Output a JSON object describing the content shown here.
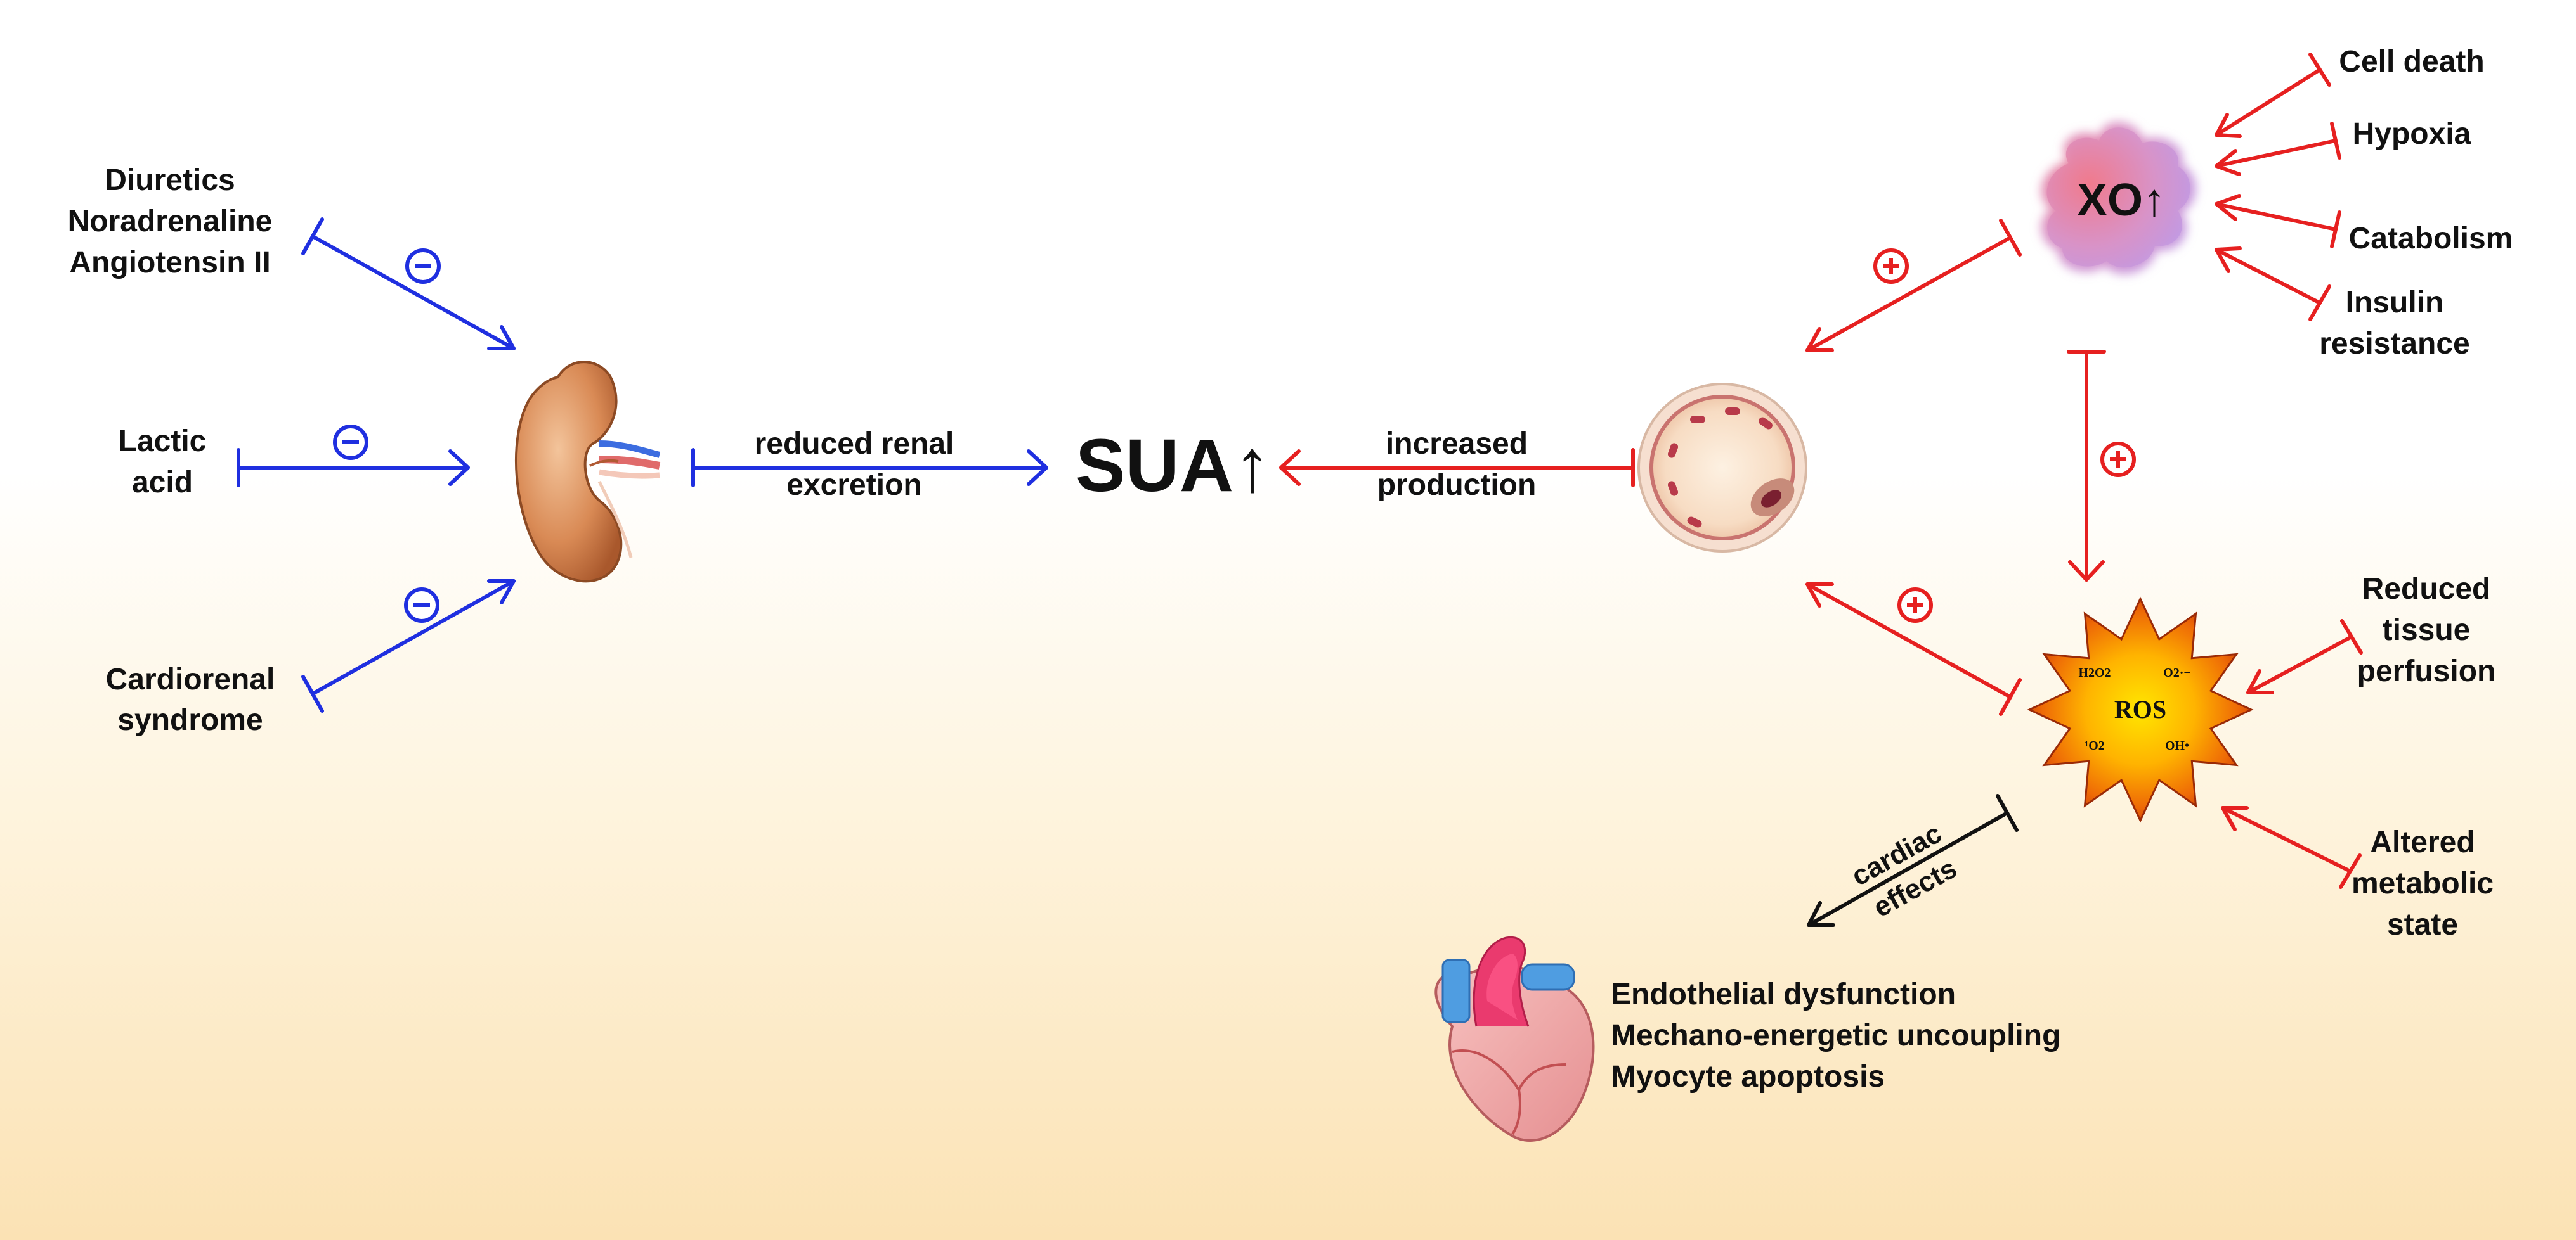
{
  "colors": {
    "inhibit_blue": "#1f2fe0",
    "promote_red": "#e62020",
    "black_arrow": "#111111",
    "background_top": "#ffffff",
    "background_bottom": "#fbe2b4"
  },
  "left_inputs": {
    "group1": [
      "Diuretics",
      "Noradrenaline",
      "Angiotensin II"
    ],
    "group2": [
      "Lactic",
      "acid"
    ],
    "group3": [
      "Cardiorenal",
      "syndrome"
    ]
  },
  "signs": {
    "minus": "−",
    "plus": "+"
  },
  "kidney": {
    "icon": "kidney-icon"
  },
  "renal_label": [
    "reduced renal",
    "excretion"
  ],
  "center": {
    "label": "SUA↑"
  },
  "production_label": [
    "increased",
    "production"
  ],
  "cell": {
    "icon": "cell-icon"
  },
  "xo": {
    "label": "XO↑"
  },
  "xo_inputs": [
    "Cell death",
    "Hypoxia",
    "Catabolism",
    "Insulin",
    "resistance"
  ],
  "ros": {
    "label": "ROS",
    "species": [
      "H2O2",
      "O2·−",
      "¹O2",
      "OH•"
    ]
  },
  "ros_inputs": {
    "perfusion": [
      "Reduced",
      "tissue",
      "perfusion"
    ],
    "metabolic": [
      "Altered",
      "metabolic",
      "state"
    ]
  },
  "cardiac_label": [
    "cardiac",
    "effects"
  ],
  "heart": {
    "icon": "heart-icon"
  },
  "heart_effects": [
    "Endothelial dysfunction",
    "Mechano-energetic uncoupling",
    "Myocyte apoptosis"
  ]
}
